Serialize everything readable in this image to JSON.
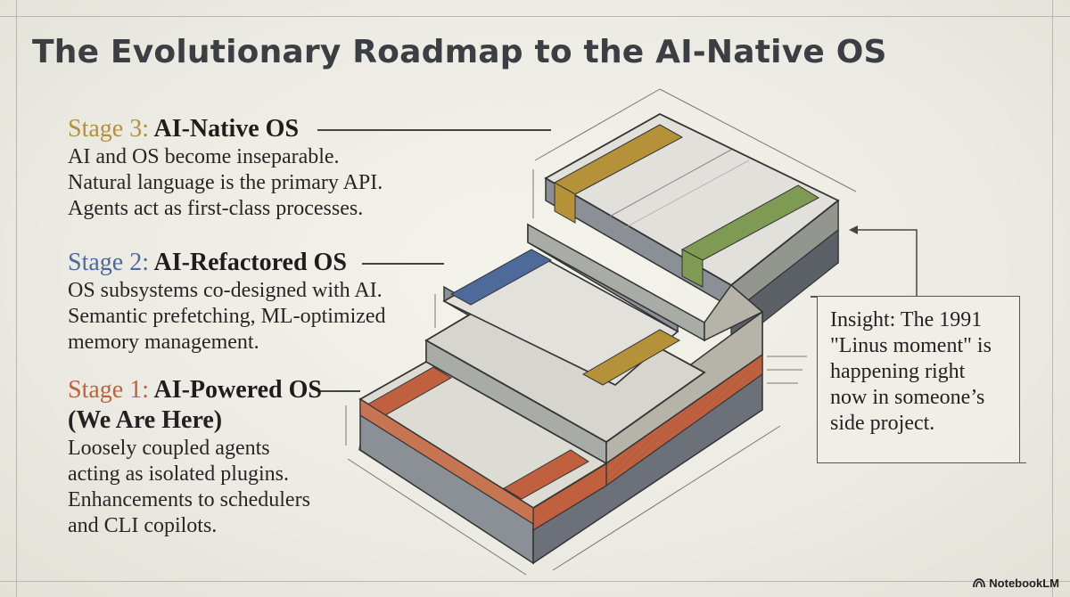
{
  "title": "The Evolutionary Roadmap to the AI-Native OS",
  "stages": [
    {
      "number_label": "Stage 3:",
      "name": "AI-Native OS",
      "subtitle": "",
      "color": "#b5913a",
      "lines": [
        "AI and OS become inseparable.",
        "Natural language is the primary API.",
        "Agents act as first-class processes."
      ]
    },
    {
      "number_label": "Stage 2:",
      "name": "AI-Refactored OS",
      "subtitle": "",
      "color": "#4d6a9a",
      "lines": [
        "OS subsystems co-designed with AI.",
        "Semantic prefetching, ML-optimized",
        "memory management."
      ]
    },
    {
      "number_label": "Stage 1:",
      "name": "AI-Powered OS",
      "subtitle": "(We Are Here)",
      "color": "#c0603e",
      "lines": [
        "Loosely coupled agents",
        "acting as isolated plugins.",
        "Enhancements to schedulers",
        "and CLI copilots."
      ]
    }
  ],
  "insight": {
    "lines": [
      "Insight: The 1991",
      "\"Linus moment\" is",
      "happening right",
      "now in someone’s",
      "side project."
    ]
  },
  "brand": {
    "label": "NotebookLM",
    "icon": "notebooklm-logo-icon"
  },
  "colors": {
    "stage1": "#c0603e",
    "stage2": "#4d6a9a",
    "stage3": "#b5913a",
    "green": "#7f9a52",
    "title": "#3b3e42"
  }
}
